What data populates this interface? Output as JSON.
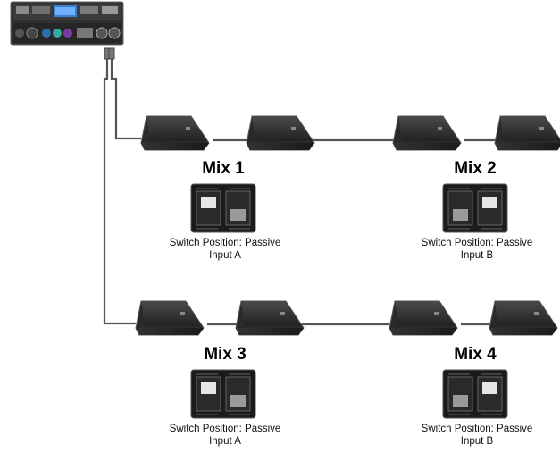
{
  "mixes": [
    {
      "title": "Mix 1",
      "switch_line1": "Switch Position: Passive",
      "switch_line2": "Input A",
      "switch_selected": "A"
    },
    {
      "title": "Mix 2",
      "switch_line1": "Switch Position: Passive",
      "switch_line2": "Input B",
      "switch_selected": "B"
    },
    {
      "title": "Mix 3",
      "switch_line1": "Switch Position: Passive",
      "switch_line2": "Input A",
      "switch_selected": "A"
    },
    {
      "title": "Mix 4",
      "switch_line1": "Switch Position: Passive",
      "switch_line2": "Input B",
      "switch_selected": "B"
    }
  ],
  "colors": {
    "cable": "#555555",
    "speaker_body": "#2a2a2a",
    "speaker_edge": "#5a5a5a",
    "amp_body": "#3a3a3a",
    "amp_screen": "#3a7fd5",
    "switch_panel": "#1b1b1b"
  },
  "icons": {
    "amplifier": "amplifier-rack-icon",
    "speaker": "floor-monitor-speaker-icon",
    "switch": "input-switch-panel-icon"
  }
}
